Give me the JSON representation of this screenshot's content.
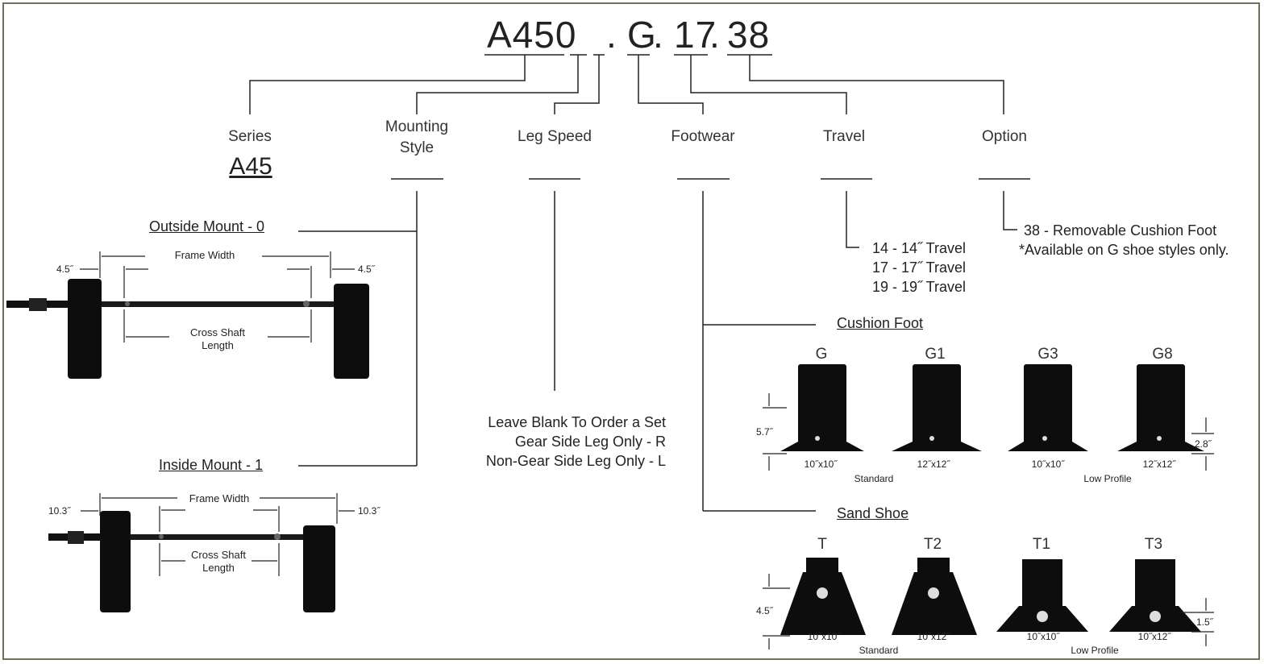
{
  "part_code": {
    "series": "A450",
    "sep1": ".",
    "foot": "G",
    "sep2": ".",
    "travel": "17",
    "sep3": ".",
    "option": "38"
  },
  "headers": {
    "series": "Series",
    "series_value": "A45",
    "mounting_line1": "Mounting",
    "mounting_line2": "Style",
    "leg_speed": "Leg Speed",
    "footwear": "Footwear",
    "travel": "Travel",
    "option": "Option"
  },
  "mounting": {
    "outside_label": "Outside Mount - 0",
    "inside_label": "Inside Mount - 1",
    "outside_dims": {
      "left": "4.5˝",
      "right": "4.5˝",
      "frame_width": "Frame Width",
      "cross_shaft_1": "Cross Shaft",
      "cross_shaft_2": "Length"
    },
    "inside_dims": {
      "left": "10.3˝",
      "right": "10.3˝",
      "frame_width": "Frame Width",
      "cross_shaft_1": "Cross Shaft",
      "cross_shaft_2": "Length"
    }
  },
  "leg_speed_options": [
    "Leave Blank To Order a Set",
    "Gear Side Leg Only - R",
    "Non-Gear Side Leg Only - L"
  ],
  "travel_options": [
    "14 - 14˝ Travel",
    "17 - 17˝ Travel",
    "19 - 19˝ Travel"
  ],
  "option_text": [
    "38 - Removable Cushion Foot",
    "*Available on G shoe styles only."
  ],
  "cushion_foot": {
    "title": "Cushion Foot",
    "models": [
      {
        "code": "G",
        "size": "10˝x10˝"
      },
      {
        "code": "G1",
        "size": "12˝x12˝"
      },
      {
        "code": "G3",
        "size": "10˝x10˝"
      },
      {
        "code": "G8",
        "size": "12˝x12˝"
      }
    ],
    "height_standard": "5.7˝",
    "height_low": "2.8˝",
    "standard_label": "Standard",
    "low_label": "Low Profile"
  },
  "sand_shoe": {
    "title": "Sand Shoe",
    "models": [
      {
        "code": "T",
        "size": "10˝x10˝"
      },
      {
        "code": "T2",
        "size": "10˝x12˝"
      },
      {
        "code": "T1",
        "size": "10˝x10˝"
      },
      {
        "code": "T3",
        "size": "10˝x12˝"
      }
    ],
    "height_standard": "4.5˝",
    "height_low": "1.5˝",
    "standard_label": "Standard",
    "low_label": "Low Profile"
  },
  "colors": {
    "border": "#6f7257",
    "line": "#222222",
    "part": "#111111"
  }
}
